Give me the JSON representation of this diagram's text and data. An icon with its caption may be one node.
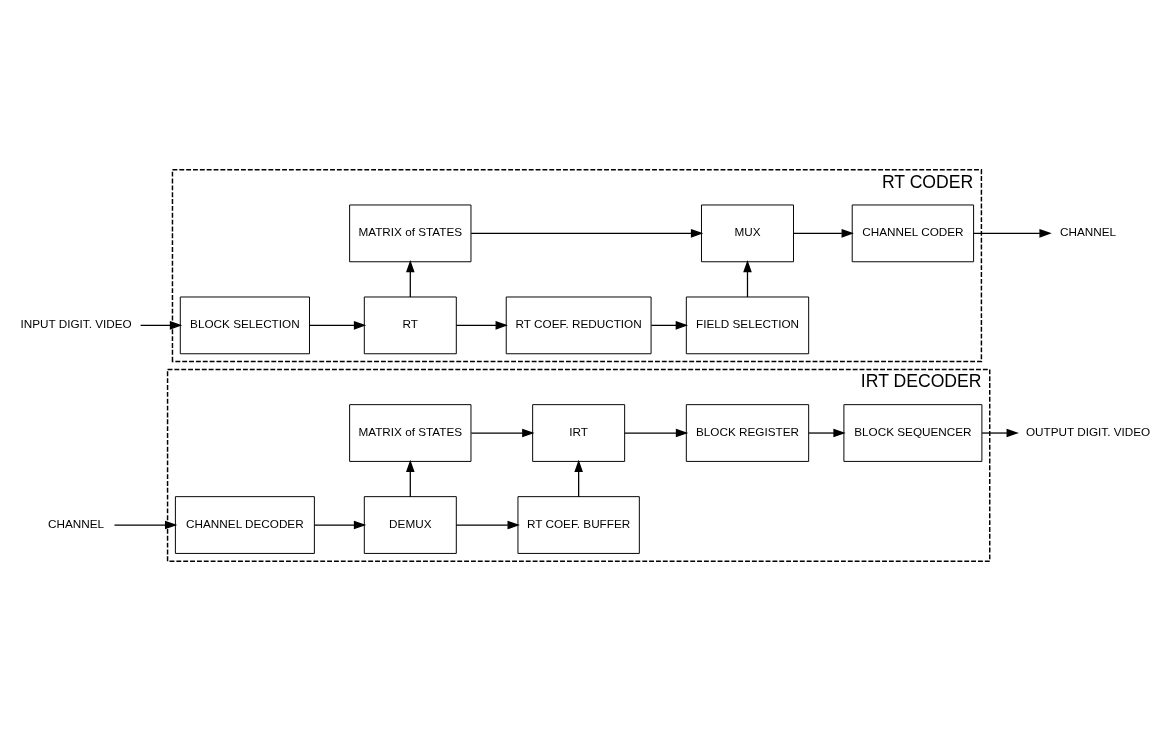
{
  "diagram": {
    "nodes": [
      {
        "text": [
          "INPUT DIGIT. VIDEO"
        ]
      },
      {
        "text": [
          "RT CODER"
        ]
      },
      {
        "text": [
          "BLOCK SELECTION"
        ],
        "in": 1
      },
      {
        "text": [
          "RT"
        ],
        "in": 1
      },
      {
        "text": [
          "RT COEF. REDUCTION"
        ],
        "in": 1
      },
      {
        "text": [
          "FIELD SELECTION"
        ],
        "in": 1
      },
      {
        "text": [
          "MATRIX of STATES"
        ],
        "in": 1
      },
      {
        "text": [
          "MUX"
        ],
        "in": 1
      },
      {
        "text": [
          "CHANNEL CODER"
        ],
        "in": 1
      },
      {
        "text": [
          "CHANNEL"
        ]
      },
      {
        "text": [
          "CHANNEL"
        ]
      },
      {
        "text": [
          "IRT DECODER"
        ]
      },
      {
        "text": [
          "CHANNEL DECODER"
        ],
        "in": 11
      },
      {
        "text": [
          "DEMUX"
        ],
        "in": 11
      },
      {
        "text": [
          "RT COEF. BUFFER"
        ],
        "in": 11
      },
      {
        "text": [
          "MATRIX of STATES"
        ],
        "in": 11
      },
      {
        "text": [
          "IRT"
        ],
        "in": 11
      },
      {
        "text": [
          "BLOCK REGISTER"
        ],
        "in": 11
      },
      {
        "text": [
          "BLOCK SEQUENCER"
        ],
        "in": 11
      },
      {
        "text": [
          "OUTPUT DIGIT. VIDEO"
        ]
      }
    ],
    "edges": [
      {
        "from": 0,
        "to": 2,
        "arrow": "to"
      },
      {
        "from": 2,
        "to": 3,
        "arrow": "to"
      },
      {
        "from": 3,
        "to": 4,
        "arrow": "to"
      },
      {
        "from": 4,
        "to": 5,
        "arrow": "to"
      },
      {
        "from": 3,
        "to": 6,
        "arrow": "to"
      },
      {
        "from": 5,
        "to": 7,
        "arrow": "to"
      },
      {
        "from": 6,
        "to": 7,
        "arrow": "to"
      },
      {
        "from": 7,
        "to": 8,
        "arrow": "to"
      },
      {
        "from": 8,
        "to": 9,
        "arrow": "to"
      },
      {
        "from": 10,
        "to": 12,
        "arrow": "to"
      },
      {
        "from": 12,
        "to": 13,
        "arrow": "to"
      },
      {
        "from": 13,
        "to": 14,
        "arrow": "to"
      },
      {
        "from": 13,
        "to": 15,
        "arrow": "to"
      },
      {
        "from": 14,
        "to": 16,
        "arrow": "to"
      },
      {
        "from": 15,
        "to": 16,
        "arrow": "to"
      },
      {
        "from": 16,
        "to": 17,
        "arrow": "to"
      },
      {
        "from": 17,
        "to": 18,
        "arrow": "to"
      },
      {
        "from": 18,
        "to": 19,
        "arrow": "to"
      }
    ]
  }
}
